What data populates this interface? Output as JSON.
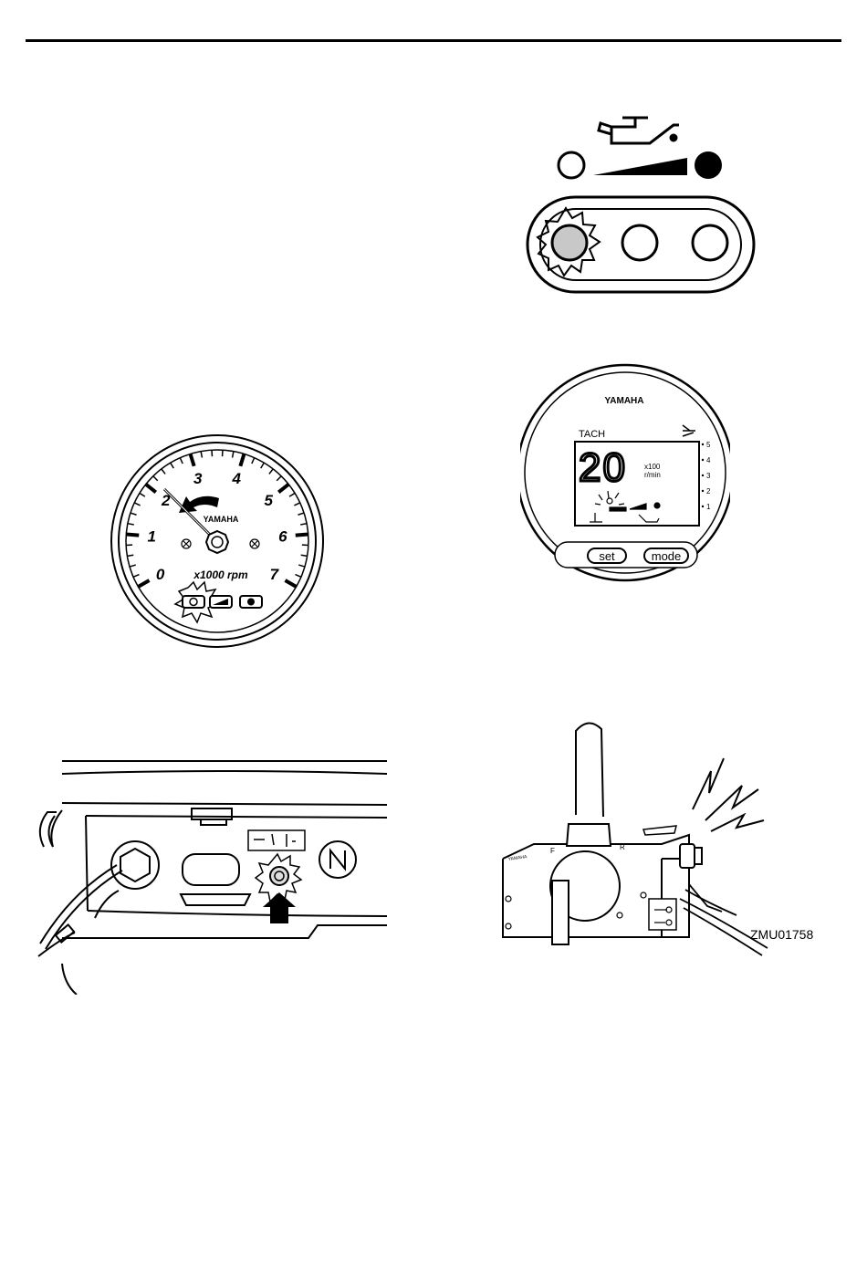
{
  "tachometer": {
    "brand": "YAMAHA",
    "scale": [
      "0",
      "1",
      "2",
      "3",
      "4",
      "5",
      "6",
      "7"
    ],
    "unit": "x1000 rpm"
  },
  "digital_gauge": {
    "brand": "YAMAHA",
    "mode_label": "TACH",
    "reading": "20",
    "unit_top": "x100",
    "unit_bottom": "r/min",
    "side_scale": [
      "5",
      "4",
      "3",
      "2",
      "1"
    ],
    "set_label": "set",
    "mode_button_label": "mode"
  },
  "remote_control": {
    "forward_mark": "F",
    "reverse_mark": "R",
    "brand": "YAMAHA"
  },
  "figure_code": "ZMU01758"
}
